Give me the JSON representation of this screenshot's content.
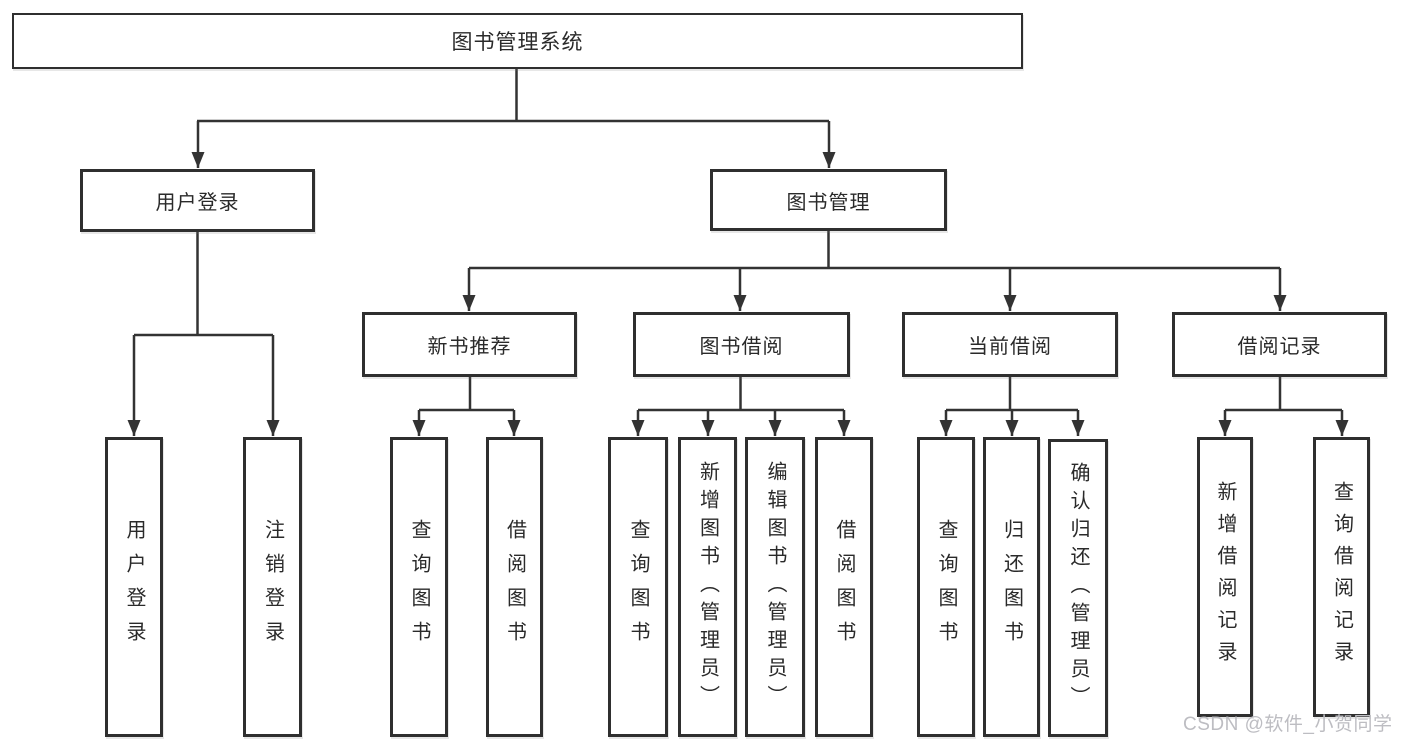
{
  "diagram_title": "图书管理系统",
  "watermark": "CSDN @软件_小贺同学",
  "colors": {
    "background": "#ffffff",
    "line": "#333333",
    "box_border": "#2f2f2f",
    "text": "#2a2a2a",
    "watermark": "#bdbdc2"
  },
  "nodes": {
    "root": "图书管理系统",
    "user_login": "用户登录",
    "book_mgmt": "图书管理",
    "new_book_rec": "新书推荐",
    "book_borrow": "图书借阅",
    "current_borrow": "当前借阅",
    "borrow_record": "借阅记录",
    "ul_user_login": "用户登录",
    "ul_logout": "注销登录",
    "nb_query": "查询图书",
    "nb_borrow": "借阅图书",
    "bb_query": "查询图书",
    "bb_add": "新增图书（管理员）",
    "bb_edit": "编辑图书（管理员）",
    "bb_borrow": "借阅图书",
    "cb_query": "查询图书",
    "cb_return": "归还图书",
    "cb_confirm": "确认归还（管理员）",
    "br_add": "新增借阅记录",
    "br_query": "查询借阅记录"
  },
  "edges": [
    [
      "root",
      "user_login"
    ],
    [
      "root",
      "book_mgmt"
    ],
    [
      "user_login",
      "ul_user_login"
    ],
    [
      "user_login",
      "ul_logout"
    ],
    [
      "book_mgmt",
      "new_book_rec"
    ],
    [
      "book_mgmt",
      "book_borrow"
    ],
    [
      "book_mgmt",
      "current_borrow"
    ],
    [
      "book_mgmt",
      "borrow_record"
    ],
    [
      "new_book_rec",
      "nb_query"
    ],
    [
      "new_book_rec",
      "nb_borrow"
    ],
    [
      "book_borrow",
      "bb_query"
    ],
    [
      "book_borrow",
      "bb_add"
    ],
    [
      "book_borrow",
      "bb_edit"
    ],
    [
      "book_borrow",
      "bb_borrow"
    ],
    [
      "current_borrow",
      "cb_query"
    ],
    [
      "current_borrow",
      "cb_return"
    ],
    [
      "current_borrow",
      "cb_confirm"
    ],
    [
      "borrow_record",
      "br_add"
    ],
    [
      "borrow_record",
      "br_query"
    ]
  ]
}
